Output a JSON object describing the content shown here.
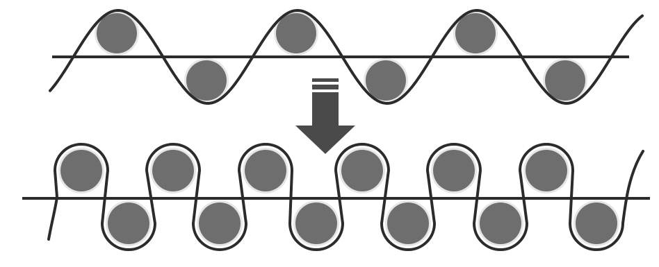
{
  "diagram": {
    "description_label": "",
    "colors": {
      "line": "#2b2b2b",
      "bead_fill": "#6e6e6e",
      "bead_halo": "#e6e6e6",
      "arrow": "#4a4a4a",
      "background": "#ffffff"
    },
    "top_row": {
      "bead_count": 6,
      "wave": "loose"
    },
    "bottom_row": {
      "bead_count": 12,
      "wave": "compressed"
    },
    "arrow_direction": "down"
  }
}
